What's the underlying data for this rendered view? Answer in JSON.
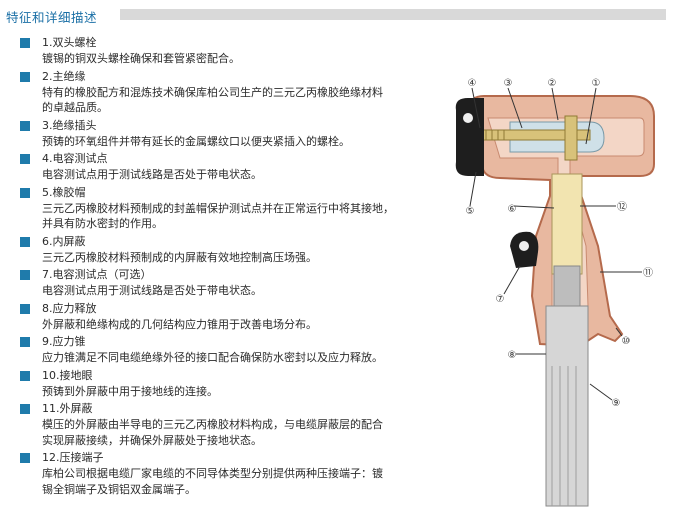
{
  "header": {
    "title": "特征和详细描述"
  },
  "features": [
    {
      "title": "1.双头螺栓",
      "desc": [
        "镀锡的铜双头螺栓确保和套管紧密配合。"
      ]
    },
    {
      "title": "2.主绝缘",
      "desc": [
        "特有的橡胶配方和混炼技术确保库柏公司生产的三元乙丙橡胶绝缘材料",
        "的卓越品质。"
      ]
    },
    {
      "title": "3.绝缘插头",
      "desc": [
        "预铸的环氧组件并带有延长的金属螺纹口以便夹紧插入的螺栓。"
      ]
    },
    {
      "title": "4.电容测试点",
      "desc": [
        "电容测试点用于测试线路是否处于带电状态。"
      ]
    },
    {
      "title": "5.橡胶帽",
      "desc": [
        "三元乙丙橡胶材料预制成的封盖帽保护测试点并在正常运行中将其接地，",
        "并具有防水密封的作用。"
      ]
    },
    {
      "title": "6.内屏蔽",
      "desc": [
        "三元乙丙橡胶材料预制成的内屏蔽有效地控制高压场强。"
      ]
    },
    {
      "title": "7.电容测试点（可选）",
      "desc": [
        "电容测试点用于测试线路是否处于带电状态。"
      ]
    },
    {
      "title": "8.应力释放",
      "desc": [
        "外屏蔽和绝缘构成的几何结构应力锥用于改善电场分布。"
      ]
    },
    {
      "title": "9.应力锥",
      "desc": [
        "应力锥满足不同电缆绝缘外径的接口配合确保防水密封以及应力释放。"
      ]
    },
    {
      "title": "10.接地眼",
      "desc": [
        "预铸到外屏蔽中用于接地线的连接。"
      ]
    },
    {
      "title": "11.外屏蔽",
      "desc": [
        "模压的外屏蔽由半导电的三元乙丙橡胶材料构成，与电缆屏蔽层的配合",
        "实现屏蔽接续，并确保外屏蔽处于接地状态。"
      ]
    },
    {
      "title": "12.压接端子",
      "desc": [
        "库柏公司根据电缆厂家电缆的不同导体类型分别提供两种压接端子：镀",
        "锡全铜端子及铜铝双金属端子。"
      ]
    }
  ],
  "diagram": {
    "callouts": [
      "④",
      "③",
      "②",
      "①",
      "⑤",
      "⑥",
      "⑫",
      "⑪",
      "⑦",
      "⑩",
      "⑧",
      "⑨"
    ],
    "colors": {
      "shell": "#e8b8a0",
      "shell_edge": "#b56a4c",
      "cap": "#1e1e1e",
      "lug": "#f2e4b0",
      "cable": "#c9c9c9",
      "insert": "#cfe0e8"
    }
  }
}
